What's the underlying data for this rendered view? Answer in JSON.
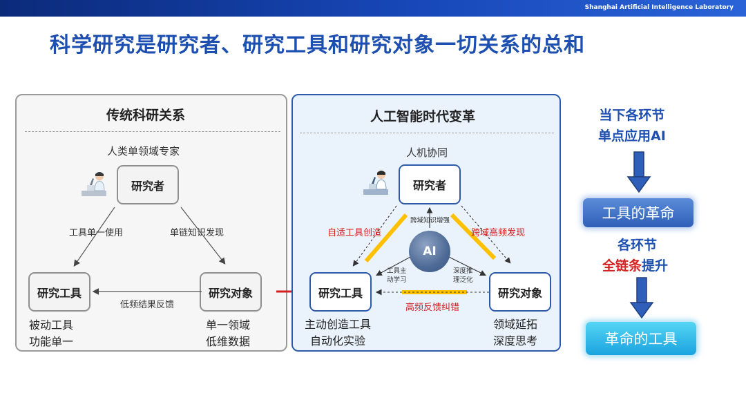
{
  "header": {
    "lab": "Shanghai Artificial Intelligence Laboratory"
  },
  "title": "科学研究是研究者、研究工具和研究对象一切关系的总和",
  "traditional": {
    "title": "传统科研关系",
    "subtitle": "人类单领域专家",
    "researcher": "研究者",
    "tool": "研究工具",
    "object": "研究对象",
    "edge_tool": "工具单一使用",
    "edge_object": "单链知识发现",
    "edge_bottom": "低频结果反馈",
    "tool_desc": [
      "被动工具",
      "功能单一"
    ],
    "object_desc": [
      "单一领域",
      "低维数据"
    ]
  },
  "ai_era": {
    "title": "人工智能时代变革",
    "subtitle": "人机协同",
    "researcher": "研究者",
    "tool": "研究工具",
    "object": "研究对象",
    "center": "AI",
    "left_edge": "自适工具创造",
    "right_edge": "跨域高频发现",
    "bottom_edge": "高频反馈纠错",
    "up_label": "跨域知识增强",
    "left_inner": [
      "工具主",
      "动学习"
    ],
    "right_inner": [
      "深度推",
      "理泛化"
    ],
    "tool_desc": [
      "主动创造工具",
      "自动化实验"
    ],
    "object_desc": [
      "领域延拓",
      "深度思考"
    ]
  },
  "right": {
    "heading": [
      "当下各环节",
      "单点应用AI"
    ],
    "box_revolution": "工具的革命",
    "middle_1": "各环节",
    "middle_2_red": "全链条",
    "middle_2_blue": "提升",
    "box_tool": "革命的工具"
  },
  "colors": {
    "title_blue": "#1d4fb0",
    "red": "#d42020",
    "yellow": "#ffc000",
    "arrow_blue": "#2f5fb8"
  }
}
